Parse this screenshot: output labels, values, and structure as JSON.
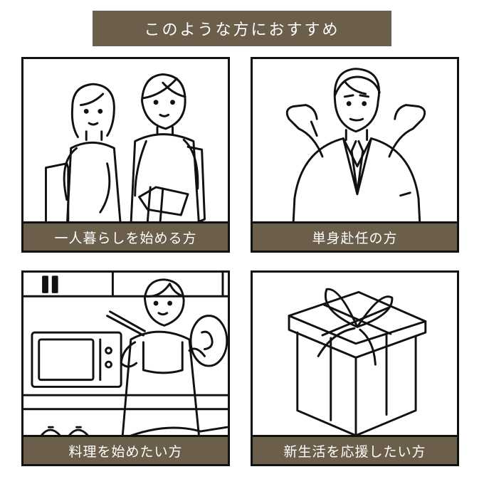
{
  "colors": {
    "band": "#6b5e4a"
  },
  "header": {
    "title": "このような方におすすめ"
  },
  "cards": [
    {
      "label": "一人暮らしを始める方",
      "icon": "couple-illustration"
    },
    {
      "label": "単身赴任の方",
      "icon": "businessman-illustration"
    },
    {
      "label": "料理を始めたい方",
      "icon": "cooking-illustration"
    },
    {
      "label": "新生活を応援したい方",
      "icon": "gift-box-illustration"
    }
  ]
}
